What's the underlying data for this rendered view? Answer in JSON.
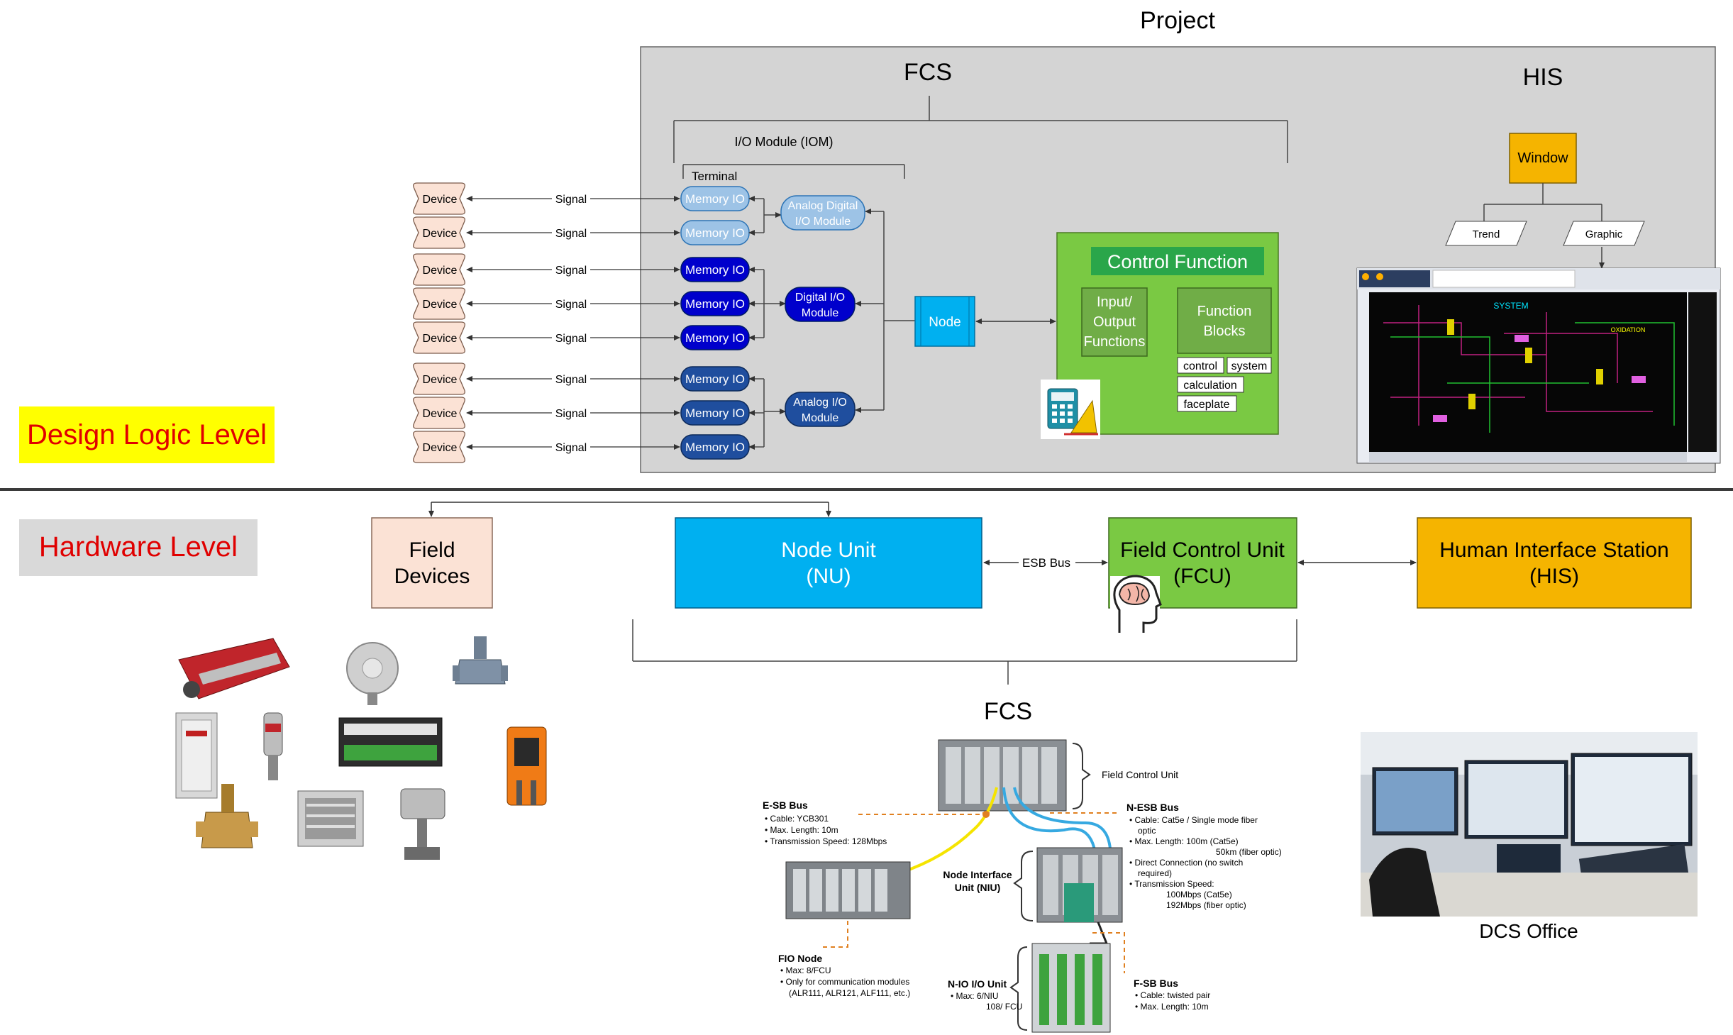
{
  "project_title": "Project",
  "fcs_title": "FCS",
  "his_title": "HIS",
  "iom_label": "I/O Module (IOM)",
  "terminal_label": "Terminal",
  "design_level_label": "Design Logic Level",
  "hardware_level_label": "Hardware Level",
  "device_label": "Device",
  "signal_label": "Signal",
  "memory_io_label": "Memory IO",
  "modules": {
    "analog_digital": [
      "Analog Digital",
      "I/O Module"
    ],
    "digital": [
      "Digital I/O",
      "Module"
    ],
    "analog": [
      "Analog I/O",
      "Module"
    ]
  },
  "node_label": "Node",
  "control_function": {
    "title": "Control Function",
    "io_functions": [
      "Input/",
      "Output",
      "Functions"
    ],
    "function_blocks": [
      "Function",
      "Blocks"
    ],
    "tags": [
      "control",
      "system",
      "calculation",
      "faceplate"
    ]
  },
  "his_window": "Window",
  "his_trend": "Trend",
  "his_graphic": "Graphic",
  "screen_system_label": "SYSTEM",
  "screen_oxidation_label": "OXIDATION",
  "hardware": {
    "field_devices": [
      "Field",
      "Devices"
    ],
    "node_unit": [
      "Node Unit",
      "(NU)"
    ],
    "esb_bus": "ESB Bus",
    "fcu": [
      "Field Control Unit",
      "(FCU)"
    ],
    "his": [
      "Human Interface Station",
      "(HIS)"
    ],
    "fcs_label": "FCS",
    "dcs_office": "DCS Office"
  },
  "hw_diagram": {
    "field_control_unit": "Field Control Unit",
    "esb_title": "E-SB Bus",
    "esb_lines": [
      "Cable: YCB301",
      "Max. Length: 10m",
      "Transmission Speed: 128Mbps"
    ],
    "nesb_title": "N-ESB Bus",
    "nesb_lines": [
      "Cable: Cat5e / Single mode fiber",
      "optic",
      "Max. Length:      100m (Cat5e)",
      "50km (fiber optic)",
      "Direct Connection (no switch",
      "required)",
      "Transmission Speed:",
      "100Mbps (Cat5e)",
      "192Mbps (fiber optic)"
    ],
    "niu": [
      "Node Interface",
      "Unit (NIU)"
    ],
    "fio_title": "FIO Node",
    "fio_lines": [
      "Max: 8/FCU",
      "Only for communication modules",
      "(ALR111, ALR121, ALF111, etc.)"
    ],
    "nio_title": "N-IO I/O Unit",
    "nio_lines": [
      "Max:    6/NIU",
      "108/ FCU"
    ],
    "fsb_title": "F-SB Bus",
    "fsb_lines": [
      "Cable: twisted pair",
      "Max. Length: 10m"
    ]
  },
  "colors": {
    "gray_panel": "#d4d4d4",
    "memory_light": "#9dc3e6",
    "memory_dark": "#0000cc",
    "memory_mid": "#1f4e9e",
    "node_cyan": "#00b0f0",
    "green": "#7ac943",
    "green_dark": "#70ad47",
    "orange": "#f5b400",
    "peach": "#fbe2d5",
    "yellow": "#ffff00"
  }
}
